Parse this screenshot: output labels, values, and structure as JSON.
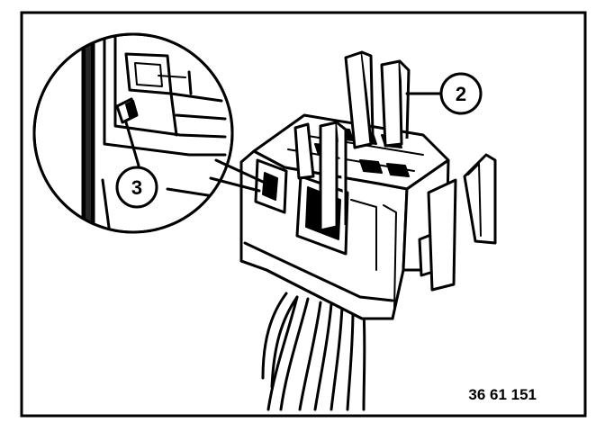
{
  "callouts": {
    "detail_label": "3",
    "tab_label": "2"
  },
  "reference_number": "36 61 151",
  "colors": {
    "ink": "#000000",
    "paper": "#ffffff"
  }
}
